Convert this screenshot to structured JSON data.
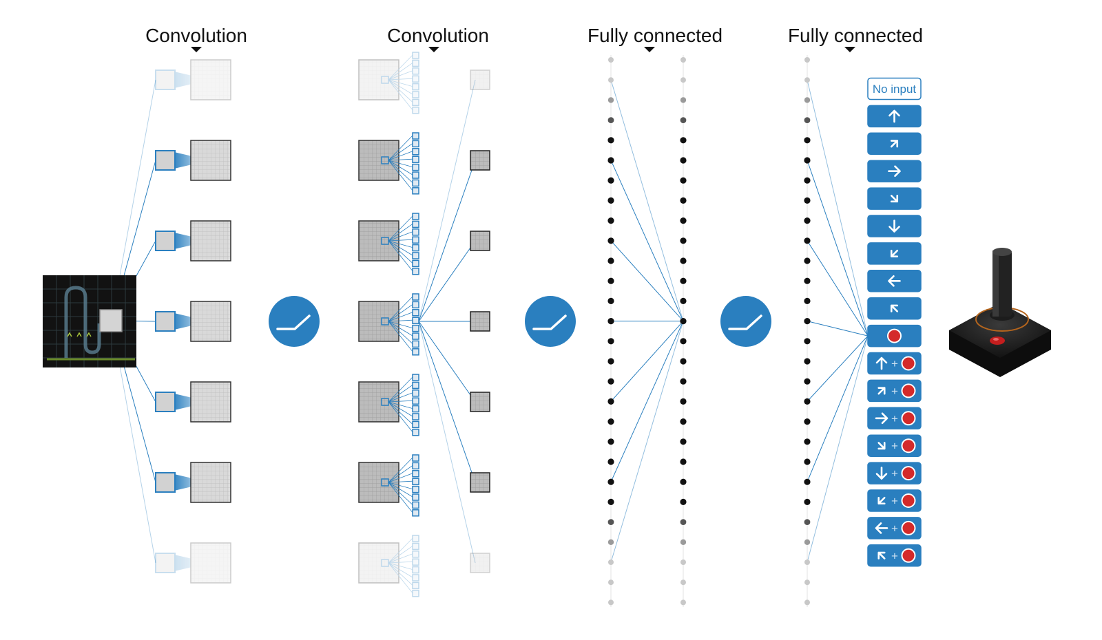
{
  "layers": [
    {
      "title": "Convolution"
    },
    {
      "title": "Convolution"
    },
    {
      "title": "Fully connected"
    },
    {
      "title": "Fully connected"
    }
  ],
  "activations": [
    {
      "icon": "relu-icon"
    },
    {
      "icon": "relu-icon"
    },
    {
      "icon": "relu-icon"
    }
  ],
  "actions": [
    {
      "label": "No input",
      "arrow": "",
      "fire": false
    },
    {
      "arrow": "up",
      "fire": false
    },
    {
      "arrow": "up-right",
      "fire": false
    },
    {
      "arrow": "right",
      "fire": false
    },
    {
      "arrow": "down-right",
      "fire": false
    },
    {
      "arrow": "down",
      "fire": false
    },
    {
      "arrow": "down-left",
      "fire": false
    },
    {
      "arrow": "left",
      "fire": false
    },
    {
      "arrow": "up-left",
      "fire": false
    },
    {
      "arrow": "",
      "fire": true
    },
    {
      "arrow": "up",
      "fire": true,
      "plus": "+"
    },
    {
      "arrow": "up-right",
      "fire": true,
      "plus": "+"
    },
    {
      "arrow": "right",
      "fire": true,
      "plus": "+"
    },
    {
      "arrow": "down-right",
      "fire": true,
      "plus": "+"
    },
    {
      "arrow": "down",
      "fire": true,
      "plus": "+"
    },
    {
      "arrow": "down-left",
      "fire": true,
      "plus": "+"
    },
    {
      "arrow": "left",
      "fire": true,
      "plus": "+"
    },
    {
      "arrow": "up-left",
      "fire": true,
      "plus": "+"
    }
  ],
  "colors": {
    "accent": "#2a7fbf",
    "button": "#2a7fbf",
    "fire": "#d42a2a",
    "node": "#111111",
    "node_faded": "#c8c8c8",
    "filter_fill": "#d2d2d2",
    "screen_bg": "#111111"
  },
  "icons": {
    "input": "game-screen-icon",
    "output": "joystick-icon"
  }
}
